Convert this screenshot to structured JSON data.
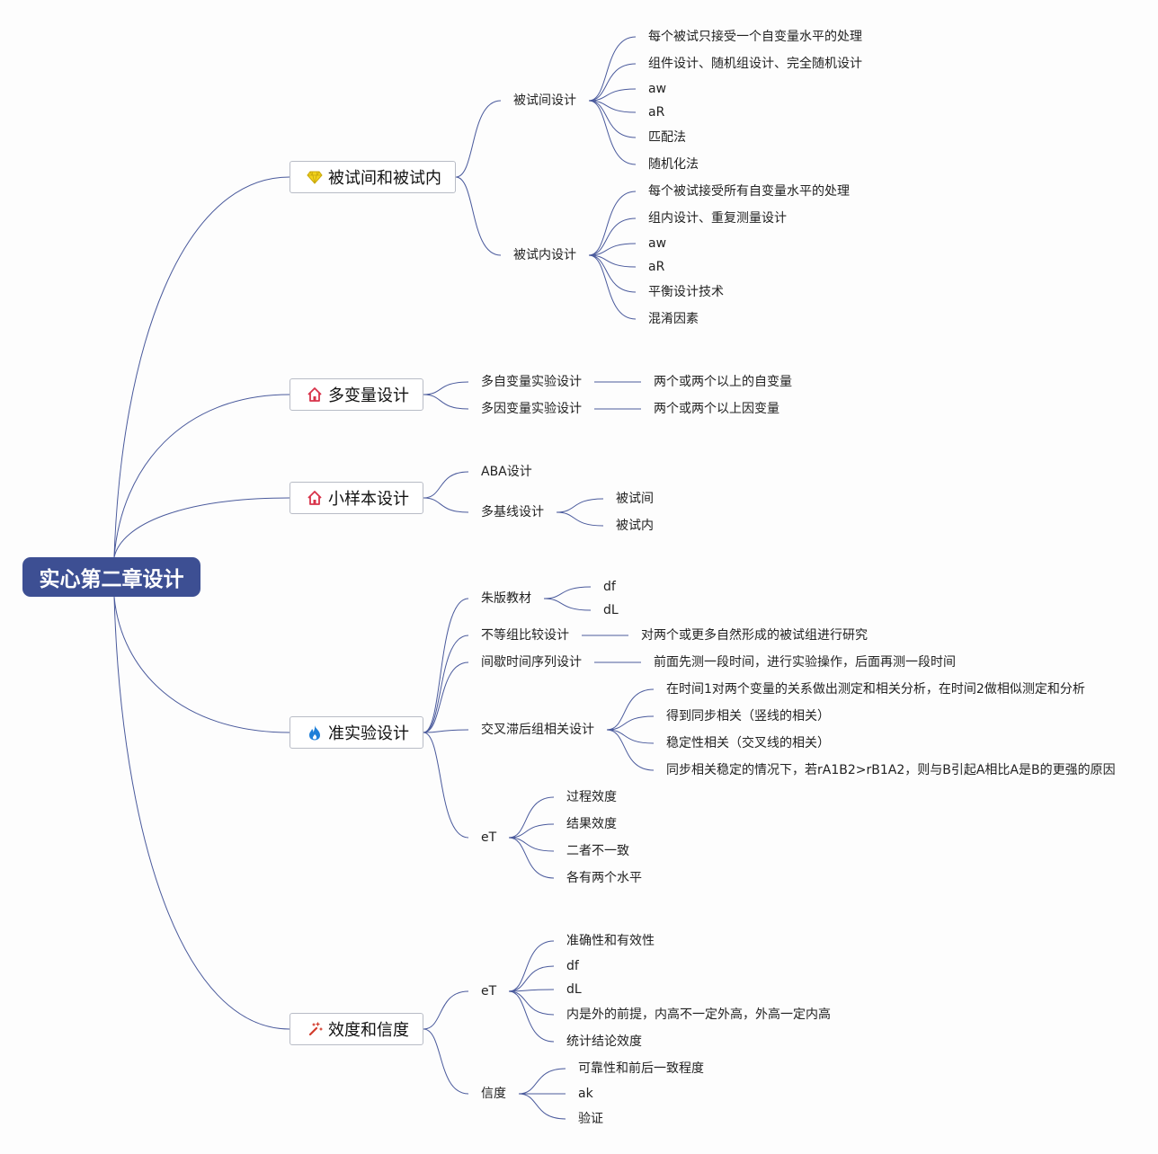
{
  "root": "实心第二章设计",
  "branches": [
    {
      "label": "被试间和被试内",
      "icon": "diamond-icon",
      "children": [
        {
          "label": "被试间设计",
          "children": [
            "每个被试只接受一个自变量水平的处理",
            "组件设计、随机组设计、完全随机设计",
            "aw",
            "aR",
            "匹配法",
            "随机化法"
          ]
        },
        {
          "label": "被试内设计",
          "children": [
            "每个被试接受所有自变量水平的处理",
            "组内设计、重复测量设计",
            "aw",
            "aR",
            "平衡设计技术",
            "混淆因素"
          ]
        }
      ]
    },
    {
      "label": "多变量设计",
      "icon": "house-icon",
      "children": [
        {
          "label": "多自变量实验设计",
          "children": [
            "两个或两个以上的自变量"
          ]
        },
        {
          "label": "多因变量实验设计",
          "children": [
            "两个或两个以上因变量"
          ]
        }
      ]
    },
    {
      "label": "小样本设计",
      "icon": "house-icon",
      "children": [
        {
          "label": "ABA设计",
          "children": []
        },
        {
          "label": "多基线设计",
          "children": [
            "被试间",
            "被试内"
          ]
        }
      ]
    },
    {
      "label": "准实验设计",
      "icon": "flame-icon",
      "children": [
        {
          "label": "朱版教材",
          "children": [
            "df",
            "dL"
          ]
        },
        {
          "label": "不等组比较设计",
          "children": [
            "对两个或更多自然形成的被试组进行研究"
          ]
        },
        {
          "label": "间歇时间序列设计",
          "children": [
            "前面先测一段时间，进行实验操作，后面再测一段时间"
          ]
        },
        {
          "label": "交叉滞后组相关设计",
          "children": [
            "在时间1对两个变量的关系做出测定和相关分析，在时间2做相似测定和分析",
            "得到同步相关（竖线的相关）",
            "稳定性相关（交叉线的相关）",
            "同步相关稳定的情况下，若rA1B2>rB1A2，则与B引起A相比A是B的更强的原因"
          ]
        },
        {
          "label": "eT",
          "children": [
            "过程效度",
            "结果效度",
            "二者不一致",
            "各有两个水平"
          ]
        }
      ]
    },
    {
      "label": "效度和信度",
      "icon": "wand-icon",
      "children": [
        {
          "label": "eT",
          "children": [
            "准确性和有效性",
            "df",
            "dL",
            "内是外的前提，内高不一定外高，外高一定内高",
            "统计结论效度"
          ]
        },
        {
          "label": "信度",
          "children": [
            "可靠性和前后一致程度",
            "ak",
            "验证"
          ]
        }
      ]
    }
  ],
  "colors": {
    "root": "#3d4f93",
    "line": "#4a5a9c",
    "diamond": "#f2d21b",
    "house": "#d8334a",
    "flame": "#1e7fd8",
    "wand": "#d23c2c"
  }
}
